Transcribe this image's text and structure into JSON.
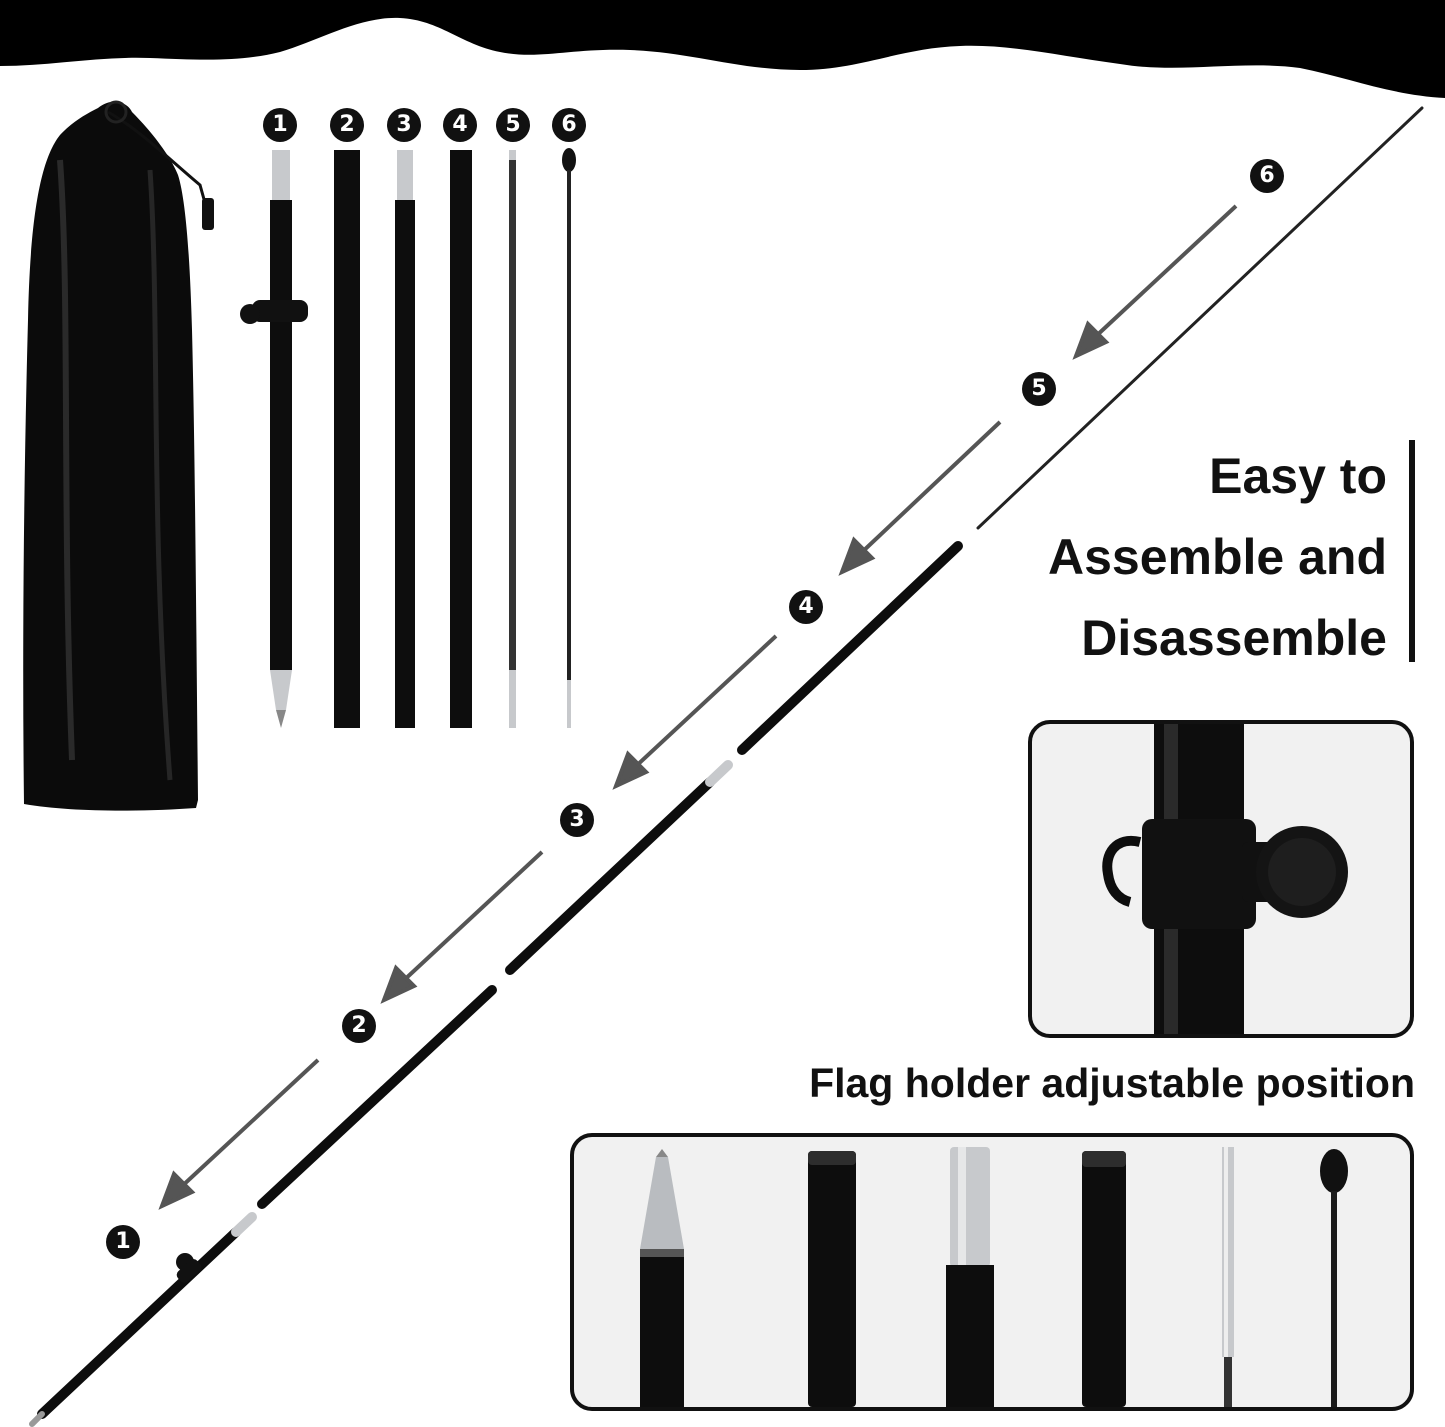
{
  "headline": {
    "line1": "Easy to",
    "line2": "Assemble and",
    "line3": "Disassemble"
  },
  "caption": "Flag holder adjustable position",
  "parts_markers": [
    "1",
    "2",
    "3",
    "4",
    "5",
    "6"
  ],
  "assembly_markers": [
    "6",
    "5",
    "4",
    "3",
    "2",
    "1"
  ],
  "icons": {
    "bag": "storage-bag-icon",
    "pole": "pole-section-icon",
    "arrow": "assembly-arrow-icon",
    "clip": "flag-holder-clip-icon"
  },
  "colors": {
    "ink": "#111111",
    "background": "#ffffff",
    "metal": "#c7c9cc",
    "arrow": "#555555"
  }
}
